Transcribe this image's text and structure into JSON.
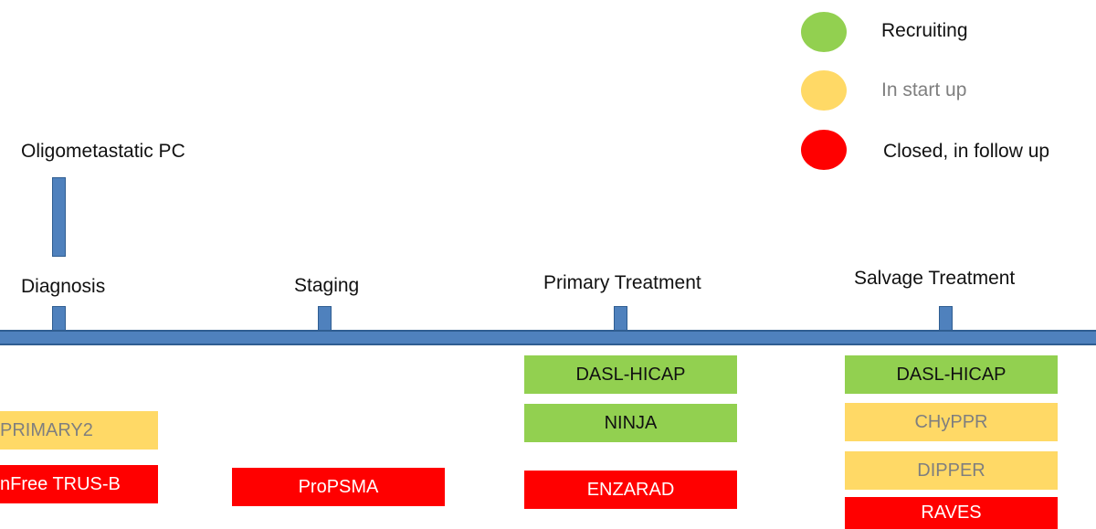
{
  "colors": {
    "recruiting": "#92d050",
    "in_start_up": "#ffd966",
    "closed": "#ff0000",
    "timeline": "#4f81bd"
  },
  "legend": {
    "recruiting": "Recruiting",
    "in_start_up": "In start up",
    "closed": "Closed, in follow up"
  },
  "stages": {
    "oligometastatic": "Oligometastatic PC",
    "diagnosis": "Diagnosis",
    "staging": "Staging",
    "primary_treatment": "Primary Treatment",
    "salvage_treatment": "Salvage Treatment"
  },
  "trials": {
    "diagnosis": [
      {
        "name": "PRIMARY2",
        "status": "in_start_up"
      },
      {
        "name": "nFree TRUS-B",
        "status": "closed"
      }
    ],
    "staging": [
      {
        "name": "ProPSMA",
        "status": "closed"
      }
    ],
    "primary_treatment": [
      {
        "name": "DASL-HICAP",
        "status": "recruiting"
      },
      {
        "name": "NINJA",
        "status": "recruiting"
      },
      {
        "name": "ENZARAD",
        "status": "closed"
      }
    ],
    "salvage_treatment": [
      {
        "name": "DASL-HICAP",
        "status": "recruiting"
      },
      {
        "name": "CHyPPR",
        "status": "in_start_up"
      },
      {
        "name": "DIPPER",
        "status": "in_start_up"
      },
      {
        "name": "RAVES",
        "status": "closed"
      }
    ]
  }
}
